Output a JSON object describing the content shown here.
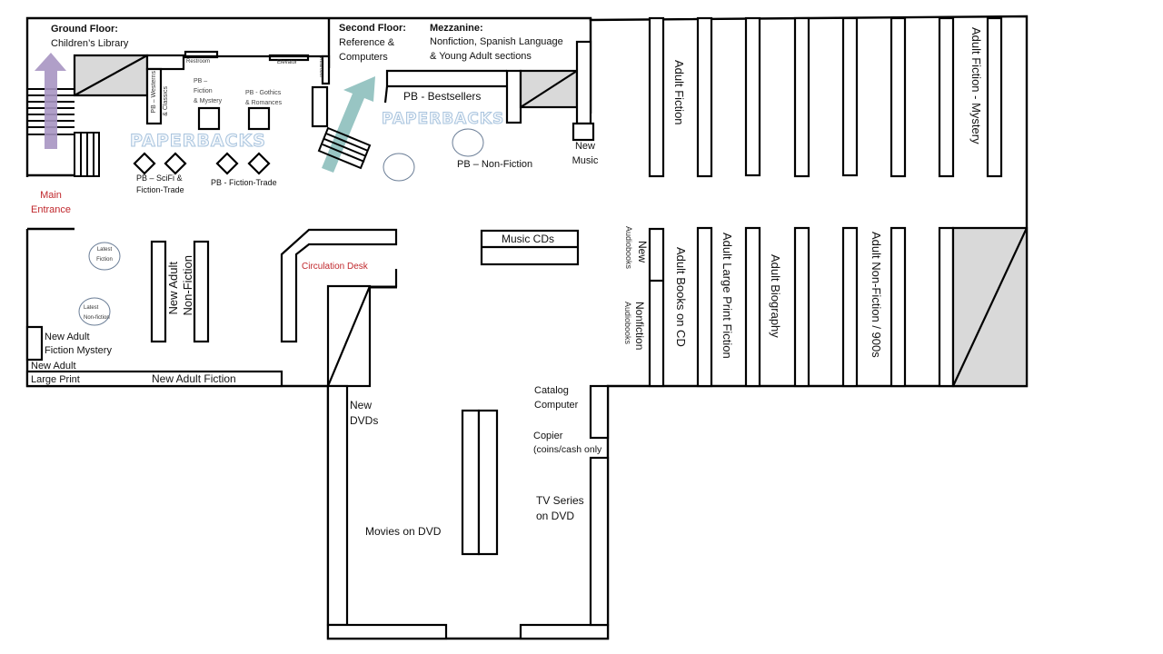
{
  "floors": {
    "ground": {
      "title": "Ground Floor:",
      "subtitle": "Children’s Library"
    },
    "second": {
      "title": "Second Floor:",
      "subtitle_1": "Reference &",
      "subtitle_2": "Computers"
    },
    "mezzanine": {
      "title": "Mezzanine:",
      "subtitle_1": "Nonfiction, Spanish Language",
      "subtitle_2": "& Young Adult sections"
    }
  },
  "entrance": {
    "line1": "Main",
    "line2": "Entrance"
  },
  "small_labels": {
    "restroom": "Restroom",
    "elevator": "Elevator",
    "restroom_vertical": "Restroom"
  },
  "paperbacks": {
    "banner": "PAPERBACKS",
    "westerns": "PB – Westerns",
    "classics": "& Classics",
    "fiction_mystery": [
      "PB –",
      "Fiction",
      "& Mystery"
    ],
    "gothics": [
      "PB - Gothics",
      "& Romances"
    ],
    "scifi": [
      "PB – SciFi &",
      "Fiction-Trade"
    ],
    "fiction_trade": "PB - Fiction-Trade",
    "bestsellers": "PB - Bestsellers",
    "nonfiction": "PB – Non-Fiction"
  },
  "music": {
    "new_music": [
      "New",
      "Music"
    ],
    "music_cds": "Music CDs"
  },
  "adult_sections": {
    "fiction": "Adult Fiction",
    "fiction_mystery": "Adult Fiction - Mystery",
    "new_audiobooks": [
      "New",
      "Audiobooks"
    ],
    "nonfiction_audiobooks": [
      "Nonfiction",
      "Audiobooks"
    ],
    "books_on_cd": "Adult Books on CD",
    "large_print_fiction": "Adult Large Print Fiction",
    "biography": "Adult Biography",
    "nonfiction_900s": "Adult Non-Fiction / 900s"
  },
  "new_adult": {
    "latest_fiction": [
      "Latest",
      "Fiction"
    ],
    "latest_nonfiction": [
      "Latest",
      "Non-fiction"
    ],
    "nonfiction": [
      "New Adult",
      "Non-Fiction"
    ],
    "fiction_mystery": [
      "New Adult",
      "Fiction Mystery"
    ],
    "large_print": [
      "New Adult",
      "Large Print"
    ],
    "fiction": "New Adult Fiction"
  },
  "circulation_desk": "Circulation Desk",
  "media": {
    "new_dvds": [
      "New",
      "DVDs"
    ],
    "movies_on_dvd": "Movies on DVD",
    "catalog_computer": [
      "Catalog",
      "Computer"
    ],
    "copier": [
      "Copier",
      "(coins/cash only"
    ],
    "tv_series": [
      "TV Series",
      "on DVD"
    ]
  },
  "colors": {
    "wall": "#000000",
    "stair_fill": "#d9d9d9",
    "ground_arrow": "#a795c2",
    "upstairs_arrow": "#8dbfbd",
    "label_red": "#c0282d",
    "paperbacks_outline": "#a9c4de"
  }
}
